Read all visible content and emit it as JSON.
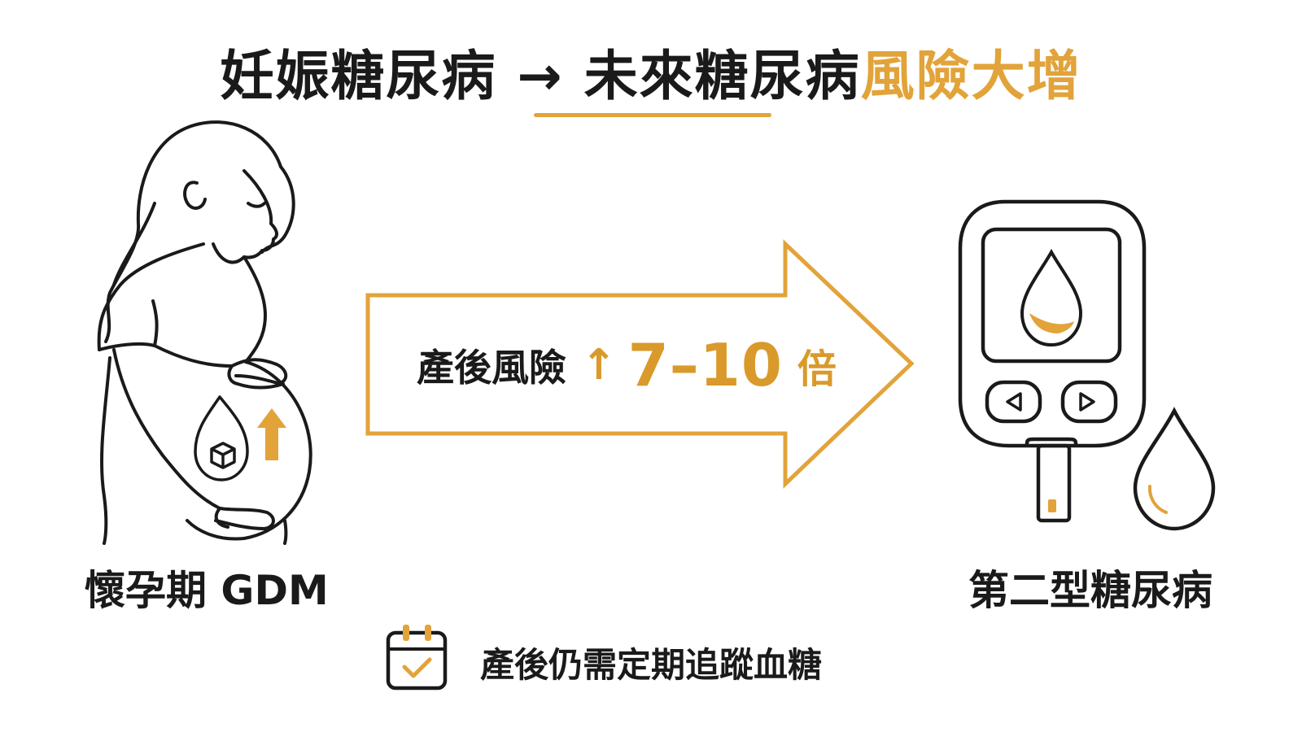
{
  "title": {
    "main": "妊娠糖尿病 → 未來糖尿病",
    "accent": "風險大增"
  },
  "left_label": "懷孕期 GDM",
  "right_label": "第二型糖尿病",
  "arrow": {
    "prefix": "產後風險",
    "up_symbol": "↑",
    "range": "7–10",
    "unit": "倍"
  },
  "footer_note": "產後仍需定期追蹤血糖",
  "icons": {
    "pregnant": "pregnant-woman-icon",
    "glucose_meter": "glucose-meter-icon",
    "calendar": "calendar-check-icon"
  },
  "colors": {
    "accent": "#e2a33a",
    "ink": "#1a1a1a"
  }
}
